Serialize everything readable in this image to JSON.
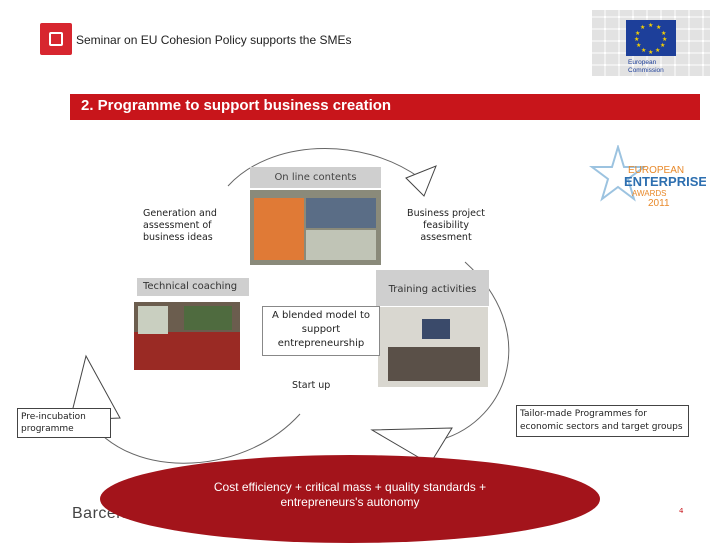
{
  "header": {
    "title": "Seminar on EU Cohesion Policy supports the SMEs",
    "ec_label_line1": "European",
    "ec_label_line2": "Commission"
  },
  "banner": {
    "title": "2. Programme to support business creation"
  },
  "award": {
    "line1": "EUROPEAN",
    "line2": "ENTERPRISE",
    "line3": "AWARDS",
    "line4": "2011"
  },
  "diagram": {
    "online_contents": "On line contents",
    "generation": [
      "Generation and",
      "assessment of",
      "business ideas"
    ],
    "feasibility": [
      "Business project",
      "feasibility",
      "assesment"
    ],
    "technical_coaching": "Technical coaching",
    "training_activities": "Training activities",
    "blended_model": [
      "A blended model to",
      "support",
      "entrepreneurship"
    ],
    "start_up": "Start up",
    "pre_incubation": [
      "Pre-incubation",
      "programme"
    ],
    "tailor_made": [
      "Tailor-made Programmes for",
      "economic sectors and target groups"
    ]
  },
  "footer": {
    "ellipse_line1": "Cost efficiency + critical mass + quality standards +",
    "ellipse_line2": "entrepreneurs's autonomy",
    "brand": "Barcelo",
    "page_number": "4"
  },
  "colors": {
    "accent_red": "#c8151b",
    "ellipse_red": "#a3141b",
    "ec_blue": "#1d3f9a"
  }
}
